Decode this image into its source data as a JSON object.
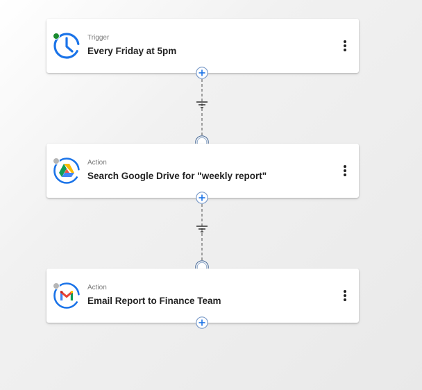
{
  "workflow": {
    "steps": [
      {
        "kind": "Trigger",
        "title": "Every Friday at 5pm",
        "status": "enabled",
        "status_color": "#1a8a2e",
        "icon": "clock-icon",
        "icon_color": "#1a73e8"
      },
      {
        "kind": "Action",
        "title": "Search Google Drive for \"weekly report\"",
        "status": "idle",
        "status_color": "#b5b5b5",
        "icon": "google-drive-icon",
        "icon_color": "#1a73e8"
      },
      {
        "kind": "Action",
        "title": "Email Report to Finance Team",
        "status": "idle",
        "status_color": "#b5b5b5",
        "icon": "gmail-icon",
        "icon_color": "#1a73e8"
      }
    ],
    "accent_color": "#1a73e8"
  }
}
